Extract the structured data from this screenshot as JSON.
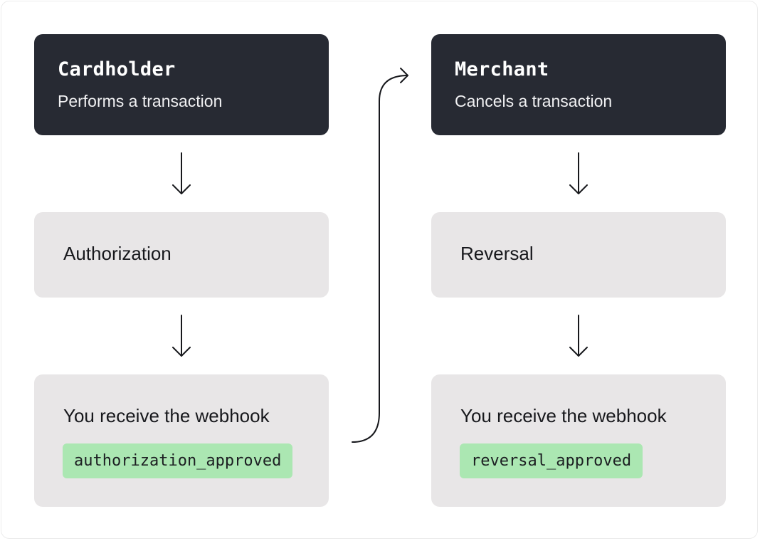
{
  "left_flow": {
    "actor": {
      "title": "Cardholder",
      "subtitle": "Performs a transaction"
    },
    "step": {
      "label": "Authorization"
    },
    "result": {
      "label": "You receive the webhook",
      "webhook": "authorization_approved"
    }
  },
  "right_flow": {
    "actor": {
      "title": "Merchant",
      "subtitle": "Cancels a transaction"
    },
    "step": {
      "label": "Reversal"
    },
    "result": {
      "label": "You receive the webhook",
      "webhook": "reversal_approved"
    }
  },
  "colors": {
    "actor_bg": "#272a33",
    "step_bg": "#e8e6e7",
    "webhook_chip_bg": "#abe7b2",
    "arrow": "#17181c"
  }
}
